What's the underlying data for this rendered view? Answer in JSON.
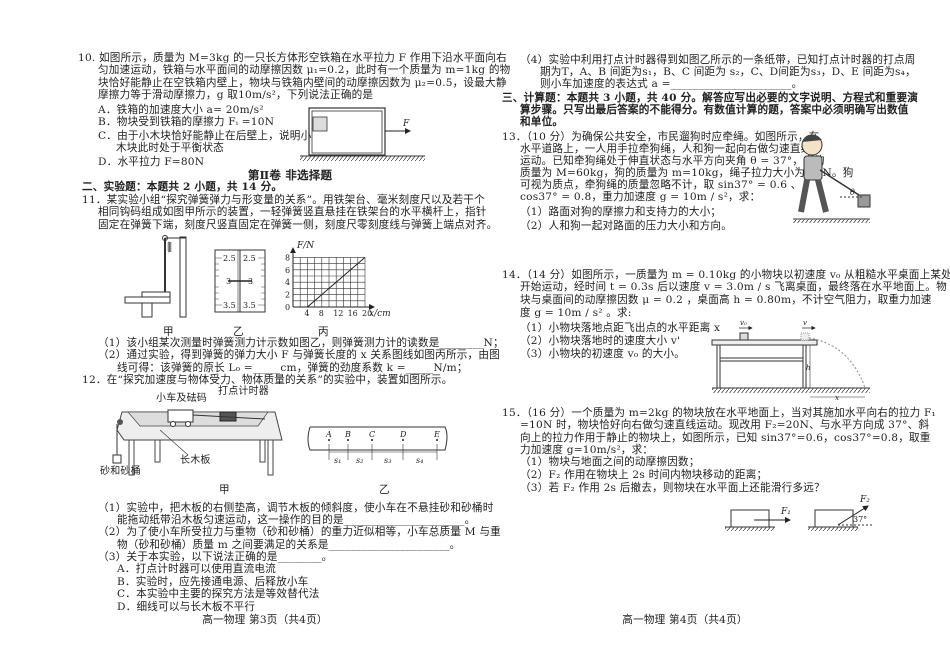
{
  "left": {
    "q10": {
      "lines": [
        "10. 如图所示，质量为 M=3kg 的一只长方体形空铁箱在水平拉力 F 作用下沿水平面向右",
        "匀加速运动，铁箱与水平面间的动摩擦因数 μ₁=0.2，此时有一个质量为 m=1kg 的物",
        "块恰好能静止在空铁箱内壁上，物块与铁箱内壁间的动摩擦因数为 μ₂=0.5，设最大静",
        "摩擦力等于滑动摩擦力，g 取10m/s²，下列说法正确的是"
      ],
      "options": [
        "A．铁箱的加速度大小 a= 20m/s²",
        "B．物块受到铁箱的摩擦力 Fᵢ =10N",
        "C．由于小木块恰好能静止在后壁上，说明小",
        "木块此时处于平衡状态",
        "D．水平拉力 F=80N"
      ],
      "figure_label": "F"
    },
    "section2_title": "第Ⅱ卷  非选择题",
    "section_experiment": "二、实验题：本题共 2 小题，共 14 分。",
    "q11": {
      "lines": [
        "11．某实验小组“探究弹簧弹力与形变量的关系”。用铁架台、毫米刻度尺以及若干个",
        "相同钩码组成如图甲所示的装置，一轻弹簧竖直悬挂在铁架台的水平横杆上，指针",
        "固定在弹簧下端，刻度尺竖直固定在弹簧一侧，刻度尺零刻度线与弹簧上端点对齐。"
      ],
      "fig_labels": [
        "甲",
        "乙",
        "丙"
      ],
      "gauge_ticks": [
        "2.5",
        "2.5",
        "3",
        "3",
        "3.5",
        "3.5"
      ],
      "sub": [
        "（1）该小组某次测量时弹簧测力计示数如图乙，则弹簧测力计的读数是________N；",
        "（2）通过实验，得到弹簧的弹力大小 F 与弹簧长度的 x 关系图线如图丙所示，由图",
        "线可得：该弹簧的原长 L₀ =_____cm，弹簧的劲度系数 k =_____N/m；"
      ]
    },
    "q12": {
      "lines": [
        "12．在“探究加速度与物体受力、物体质量的关系”的实验中，装置如图所示。"
      ],
      "fig_labels": {
        "cart": "小车及砝码",
        "timer": "打点计时器",
        "board": "长木板",
        "bucket": "砂和砂桶",
        "jia": "甲",
        "yi": "乙"
      },
      "tape_points": [
        "A",
        "B",
        "C",
        "D",
        "E"
      ],
      "tape_segments": [
        "s₁",
        "s₂",
        "s₃",
        "s₄"
      ],
      "sub": [
        "（1）实验中，把木板的右侧垫高，调节木板的倾斜度，使小车在不悬挂砂和砂桶时",
        "能拖动纸带沿木板匀速运动，这一操作的目的是______________________。",
        "（2）为了使小车所受拉力与重物（砂和砂桶）的重力近似相等，小车总质量 M 与重",
        "物（砂和砂桶）质量 m 之间要满足的关系是______________________。",
        "（3）关于本实验，以下说法正确的是________。",
        "A．打点计时器可以使用直流电流",
        "B．实验时，应先接通电源、后释放小车",
        "C．本实验中主要的探究方法是等效替代法",
        "D．细线可以与长木板不平行"
      ]
    },
    "footer": "高一物理    第3页（共4页）"
  },
  "right": {
    "q12_4": [
      "（4）实验中利用打点计时器得到如图乙所示的一条纸带，已知打点计时器的打点周",
      "期为T，A、B 间距为s₁，B、C 间距为 s₂，C、D间距为s₃，D、E 间距为s₄，",
      "则小车加速度的表达式 a =______________________。"
    ],
    "section_calc": [
      "三、计算题：本题共 3 小题，共 40 分。解答应写出必要的文字说明、方程式和重要演",
      "算步骤。只写出最后答案的不能得分。有数值计算的题，答案中必须明确写出数值",
      "和单位。"
    ],
    "q13": [
      "13．（10 分）为确保公共安全，市民遛狗时应牵绳。如图所示，在",
      "水平道路上，一人用手拉牵狗绳，人和狗一起向右做匀速直线",
      "运动。已知牵狗绳处于伸直状态与水平方向夹角 θ = 37°，人的",
      "质量为 M=60kg，狗的质量为 m=10kg，绳子拉力大小为 10N。狗",
      "可视为质点，牵狗绳的质量忽略不计，取 sin37° = 0.6 、",
      "cos37° = 0.8，重力加速度 g = 10m / s²，求：",
      "（1）路面对狗的摩擦力和支持力的大小；",
      "（2）人和狗一起对路面的压力大小和方向。"
    ],
    "q13_angle": "θ",
    "q14": [
      "14．（14 分）如图所示，一质量为 m = 0.10kg 的小物块以初速度 v₀ 从粗糙水平桌面上某处",
      "开始运动，经时间 t = 0.3s 后以速度 v = 3.0m / s 飞离桌面，最终落在水平地面上。物",
      "块与桌面间的动摩擦因数 μ = 0.2 ，桌面高 h = 0.80m，不计空气阻力，取重力加速",
      "度 g = 10m / s² 。求:",
      "（1）小物块落地点距飞出点的水平距离 x",
      "（2）小物块落地时的速度大小 v'",
      "（3）小物块的初速度 v₀ 的大小。"
    ],
    "q14_labels": {
      "v0": "v₀",
      "v": "v",
      "h": "h",
      "x": "x"
    },
    "q15": [
      "15．（16 分）一个质量为 m=2kg 的物块放在水平地面上，当对其施加水平向右的拉力 F₁",
      "=10N 时，物块恰好向右做匀速直线运动。现改用 F₂=20N、与水平方向成 37°、斜",
      "向上的拉力作用于静止的物块上，如图所示，已知 sin37°=0.6，cos37°=0.8，取重",
      "力加速度 g=10m/s²，求：",
      "（1）物块与地面之间的动摩擦因数；",
      "（2）F₂ 作用在物块上 2s 时间内物块移动的距离；",
      "（3）若 F₂ 作用 2s 后撤去，则物块在水平面上还能滑行多远？"
    ],
    "q15_labels": {
      "f1": "F₁",
      "f2": "F₂",
      "angle": "37°"
    },
    "footer": "高一物理    第4页（共4页）"
  },
  "chart_data": {
    "type": "line",
    "xlabel": "x/cm",
    "ylabel": "F/N",
    "xticks": [
      "4",
      "8",
      "12",
      "16",
      "20"
    ],
    "yticks": [
      "0",
      "2",
      "4",
      "6",
      "8"
    ],
    "xlim": [
      0,
      20
    ],
    "ylim": [
      0,
      8
    ],
    "grid": true,
    "x": [
      4,
      20
    ],
    "y": [
      0,
      8
    ]
  }
}
